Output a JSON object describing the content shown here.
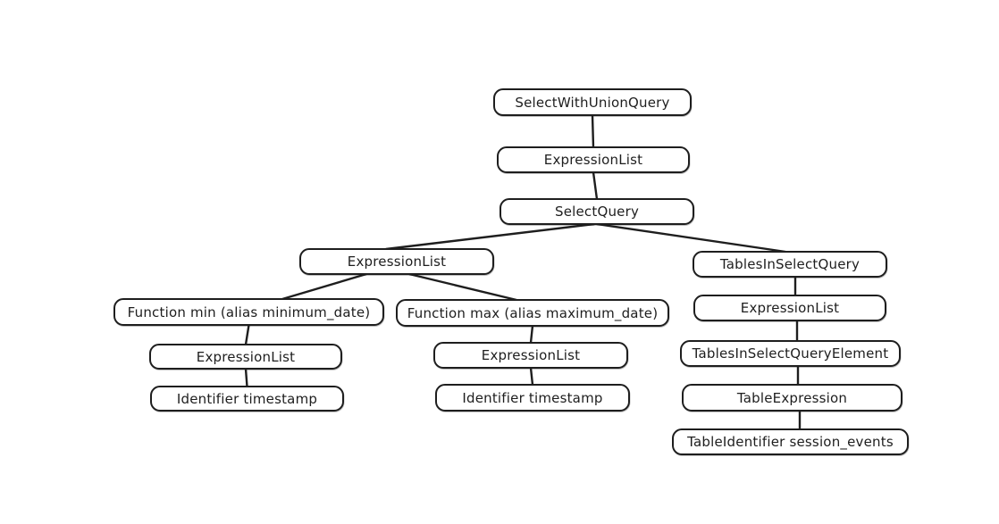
{
  "diagram": {
    "type": "tree",
    "stroke_color": "#1e1e1e",
    "node_fill_color": "#ffffff",
    "background_color": "#ffffff",
    "nodes": [
      {
        "id": "select-with-union-query",
        "label": "SelectWithUnionQuery"
      },
      {
        "id": "expression-list-1",
        "label": "ExpressionList"
      },
      {
        "id": "select-query",
        "label": "SelectQuery"
      },
      {
        "id": "expression-list-2",
        "label": "ExpressionList"
      },
      {
        "id": "function-min",
        "label": "Function min (alias minimum_date)"
      },
      {
        "id": "function-max",
        "label": "Function max (alias maximum_date)"
      },
      {
        "id": "expression-list-3",
        "label": "ExpressionList"
      },
      {
        "id": "identifier-timestamp-1",
        "label": "Identifier timestamp"
      },
      {
        "id": "expression-list-4",
        "label": "ExpressionList"
      },
      {
        "id": "identifier-timestamp-2",
        "label": "Identifier timestamp"
      },
      {
        "id": "tables-in-select-query",
        "label": "TablesInSelectQuery"
      },
      {
        "id": "expression-list-5",
        "label": "ExpressionList"
      },
      {
        "id": "tables-in-select-query-element",
        "label": "TablesInSelectQueryElement"
      },
      {
        "id": "table-expression",
        "label": "TableExpression"
      },
      {
        "id": "table-identifier",
        "label": "TableIdentifier session_events"
      }
    ],
    "edges": [
      {
        "from": "select-with-union-query",
        "to": "expression-list-1"
      },
      {
        "from": "expression-list-1",
        "to": "select-query"
      },
      {
        "from": "select-query",
        "to": "expression-list-2"
      },
      {
        "from": "select-query",
        "to": "tables-in-select-query"
      },
      {
        "from": "expression-list-2",
        "to": "function-min"
      },
      {
        "from": "expression-list-2",
        "to": "function-max"
      },
      {
        "from": "function-min",
        "to": "expression-list-3"
      },
      {
        "from": "expression-list-3",
        "to": "identifier-timestamp-1"
      },
      {
        "from": "function-max",
        "to": "expression-list-4"
      },
      {
        "from": "expression-list-4",
        "to": "identifier-timestamp-2"
      },
      {
        "from": "tables-in-select-query",
        "to": "expression-list-5"
      },
      {
        "from": "expression-list-5",
        "to": "tables-in-select-query-element"
      },
      {
        "from": "tables-in-select-query-element",
        "to": "table-expression"
      },
      {
        "from": "table-expression",
        "to": "table-identifier"
      }
    ]
  }
}
